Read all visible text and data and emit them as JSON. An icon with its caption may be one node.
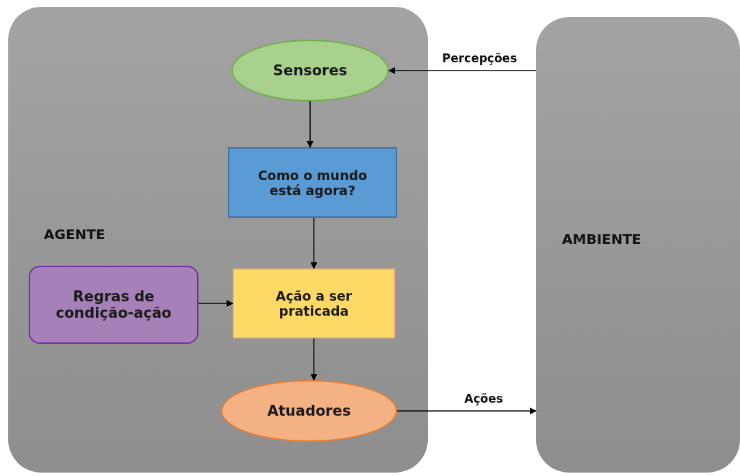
{
  "diagram": {
    "nodes": [
      {
        "text": [
          "AGENTE"
        ]
      },
      {
        "text": [
          "AMBIENTE"
        ]
      },
      {
        "text": [
          "Sensores"
        ],
        "in": 0
      },
      {
        "text": [
          "Como o mundo está agora?"
        ],
        "in": 0
      },
      {
        "text": [
          "Ação a ser praticada"
        ],
        "in": 0
      },
      {
        "text": [
          "Regras de condição-ação"
        ],
        "in": 0
      },
      {
        "text": [
          "Atuadores"
        ],
        "in": 0
      }
    ],
    "edges": [
      {
        "from": 1,
        "to": 2,
        "arrow": "to",
        "label": "Percepções"
      },
      {
        "from": 2,
        "to": 3,
        "arrow": "to"
      },
      {
        "from": 3,
        "to": 4,
        "arrow": "to"
      },
      {
        "from": 5,
        "to": 4,
        "arrow": "to"
      },
      {
        "from": 4,
        "to": 6,
        "arrow": "to"
      },
      {
        "from": 6,
        "to": 1,
        "arrow": "to",
        "label": "Ações"
      }
    ]
  }
}
